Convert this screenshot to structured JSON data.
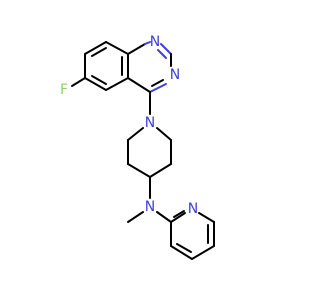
{
  "molecule": {
    "atoms": {
      "fluorine": {
        "symbol": "F",
        "color": "#8fd16a"
      },
      "quinazoline_n1": {
        "symbol": "N",
        "color": "#3f3fd9"
      },
      "quinazoline_n3": {
        "symbol": "N",
        "color": "#3f3fd9"
      },
      "piperidine_n": {
        "symbol": "N",
        "color": "#3f3fd9"
      },
      "amine_n": {
        "symbol": "N",
        "color": "#3f3fd9"
      },
      "pyridine_n": {
        "symbol": "N",
        "color": "#3f3fd9"
      }
    },
    "bond_color": "#000000"
  }
}
